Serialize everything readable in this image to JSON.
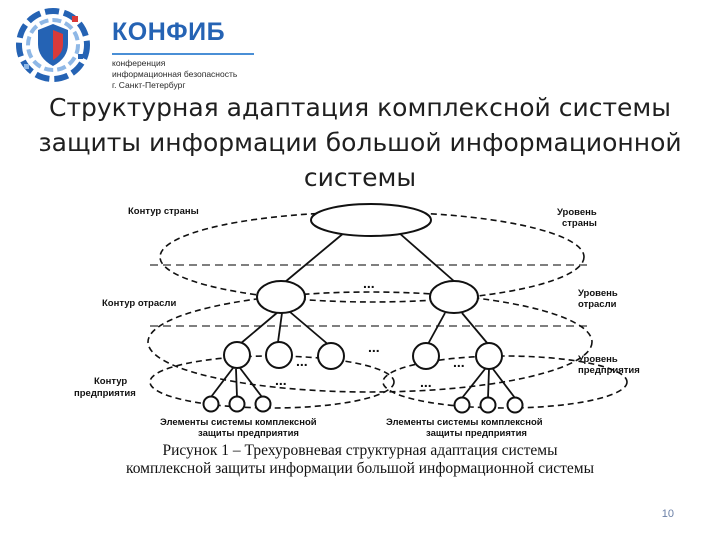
{
  "brand": {
    "name": "КОНФИБ",
    "subtitle_lines": [
      "конференция",
      "информационная безопасность",
      "г. Санкт-Петербург"
    ],
    "colors": {
      "primary": "#2563b4",
      "accent": "#d93a3a",
      "light": "#8fb8e6"
    }
  },
  "slide": {
    "title": "Структурная адаптация комплексной системы защиты информации большой информационной системы",
    "page_number": "10"
  },
  "diagram": {
    "labels": {
      "contour_country": "Контур страны",
      "contour_branch": "Контур отрасли",
      "contour_enterprise_line1": "Контур",
      "contour_enterprise_line2": "предприятия",
      "level_country_line1": "Уровень",
      "level_country_line2": "страны",
      "level_branch_line1": "Уровень",
      "level_branch_line2": "отрасли",
      "level_enterprise_line1": "Уровень",
      "level_enterprise_line2": "предприятия",
      "elements_left_line1": "Элементы системы комплексной",
      "elements_left_line2": "защиты предприятия",
      "elements_right_line1": "Элементы системы комплексной",
      "elements_right_line2": "защиты предприятия",
      "ellipsis": "..."
    },
    "caption_line1": "Рисунок 1 – Трехуровневая структурная адаптация системы",
    "caption_line2": "комплексной защиты информации большой информационной системы"
  }
}
